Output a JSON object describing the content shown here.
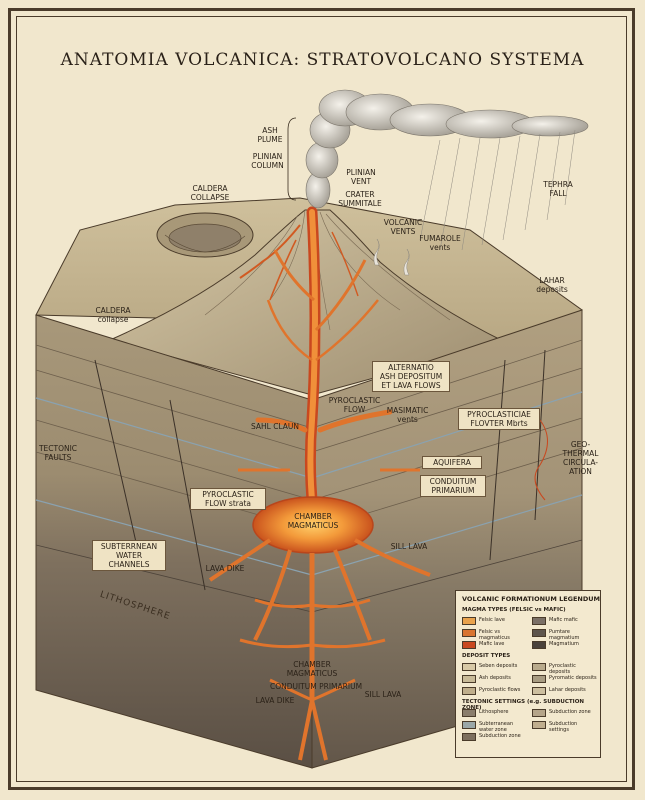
{
  "title": "ANATOMIA VOLCANICA: STRATOVOLCANO SYSTEMA",
  "labels": {
    "ash_plume": "ASH\nPLUME",
    "plinian_column": "PLINIAN\nCOLUMN",
    "plinian_vent": "PLINIAN\nVENT",
    "crater_summitale": "CRATER\nSUMMITALE",
    "caldera_collapse_top": "CALDERA\nCOLLAPSE",
    "tephra_fall": "TEPHRA\nFALL",
    "volcanic_vents": "VOLCANIC\nVENTS",
    "fumarole_vents": "FUMAROLE\nvents",
    "lahar_deposits": "LAHAR\ndeposits",
    "caldera_collapse_low": "CALDERA\ncollapse",
    "alternatio": "ALTERNATIO\nASH DEPOSITUM\nET LAVA FLOWS",
    "pyroclastic_flow": "PYROCLASTIC\nFLOW",
    "masimatic_vents": "MASIMATIC\nvents",
    "sahl_claun": "SAHL CLAUN",
    "pyroclasticiae": "PYROCLASTICIAE\nFLOVTER Mbrts",
    "aquifera": "AQUIFERA",
    "conduitum_primarium_upper": "CONDUITUM\nPRIMARIUM",
    "tectonic_faults": "TECTONIC\nFAULTS",
    "geothermal": "GEO-\nTHERMAL\nCIRCULA-\nATION",
    "pyroclastic_flow_strata": "PYROCLASTIC\nFLOW strata",
    "chamber_magmaticus_upper": "CHAMBER\nMAGMATICUS",
    "subterranean": "SUBTERRNEAN\nWATER\nCHANNELS",
    "lava_dike_upper": "LAVA DIKE",
    "sill_lava_upper": "SILL LAVA",
    "lithosphere": "LITHOSPHERE",
    "chamber_magmaticus_lower": "CHAMBER\nMAGMATICUS",
    "conduitum_primarium_lower": "CONDUITUM PRIMARIUM",
    "lava_dike_lower": "LAVA DIKE",
    "sill_lava_lower": "SILL LAVA"
  },
  "legend": {
    "title": "VOLCANIC FORMATIONUM LEGENDUM",
    "magma_title": "MAGMA TYPES (FELSIC vs MAFIC)",
    "magma_items": [
      {
        "label": "Felsic lave",
        "color": "#e9a24c"
      },
      {
        "label": "Mafic mafic",
        "color": "#7a6f66"
      },
      {
        "label": "Felsic vs magmaticus",
        "color": "#d9742f"
      },
      {
        "label": "Pumtare magmatium",
        "color": "#5e554d"
      },
      {
        "label": "Mafic lave",
        "color": "#c9481f"
      },
      {
        "label": "Magmatium",
        "color": "#4a423b"
      }
    ],
    "deposit_title": "DEPOSIT TYPES",
    "deposit_items": [
      {
        "label": "Seben deposits",
        "color": "#d8c9a6"
      },
      {
        "label": "Pyroclastic deposits",
        "color": "#b8aa8c"
      },
      {
        "label": "Ash deposits",
        "color": "#c9bb98"
      },
      {
        "label": "Pyromatic deposits",
        "color": "#a89c82"
      },
      {
        "label": "Pyroclastic flows",
        "color": "#bfae8b"
      },
      {
        "label": "Lahar deposits",
        "color": "#cdbf9f"
      }
    ],
    "tectonic_title": "TECTONIC SETTINGS (e.g. SUBDUCTION ZONE)",
    "tectonic_items": [
      {
        "label": "Lithosphere",
        "color": "#8a7d6c"
      },
      {
        "label": "Subduction zone",
        "color": "#b5a58a"
      },
      {
        "label": "Subterranean water zone",
        "color": "#9aa7a8"
      },
      {
        "label": "Subduction settings",
        "color": "#c0ae8e"
      },
      {
        "label": "Subduction zone",
        "color": "#7d6f5e"
      }
    ]
  },
  "colors": {
    "magma": "#e2742c",
    "magma_dark": "#b8461c",
    "ink": "#3a2e20",
    "paper": "#f1e7cd"
  }
}
